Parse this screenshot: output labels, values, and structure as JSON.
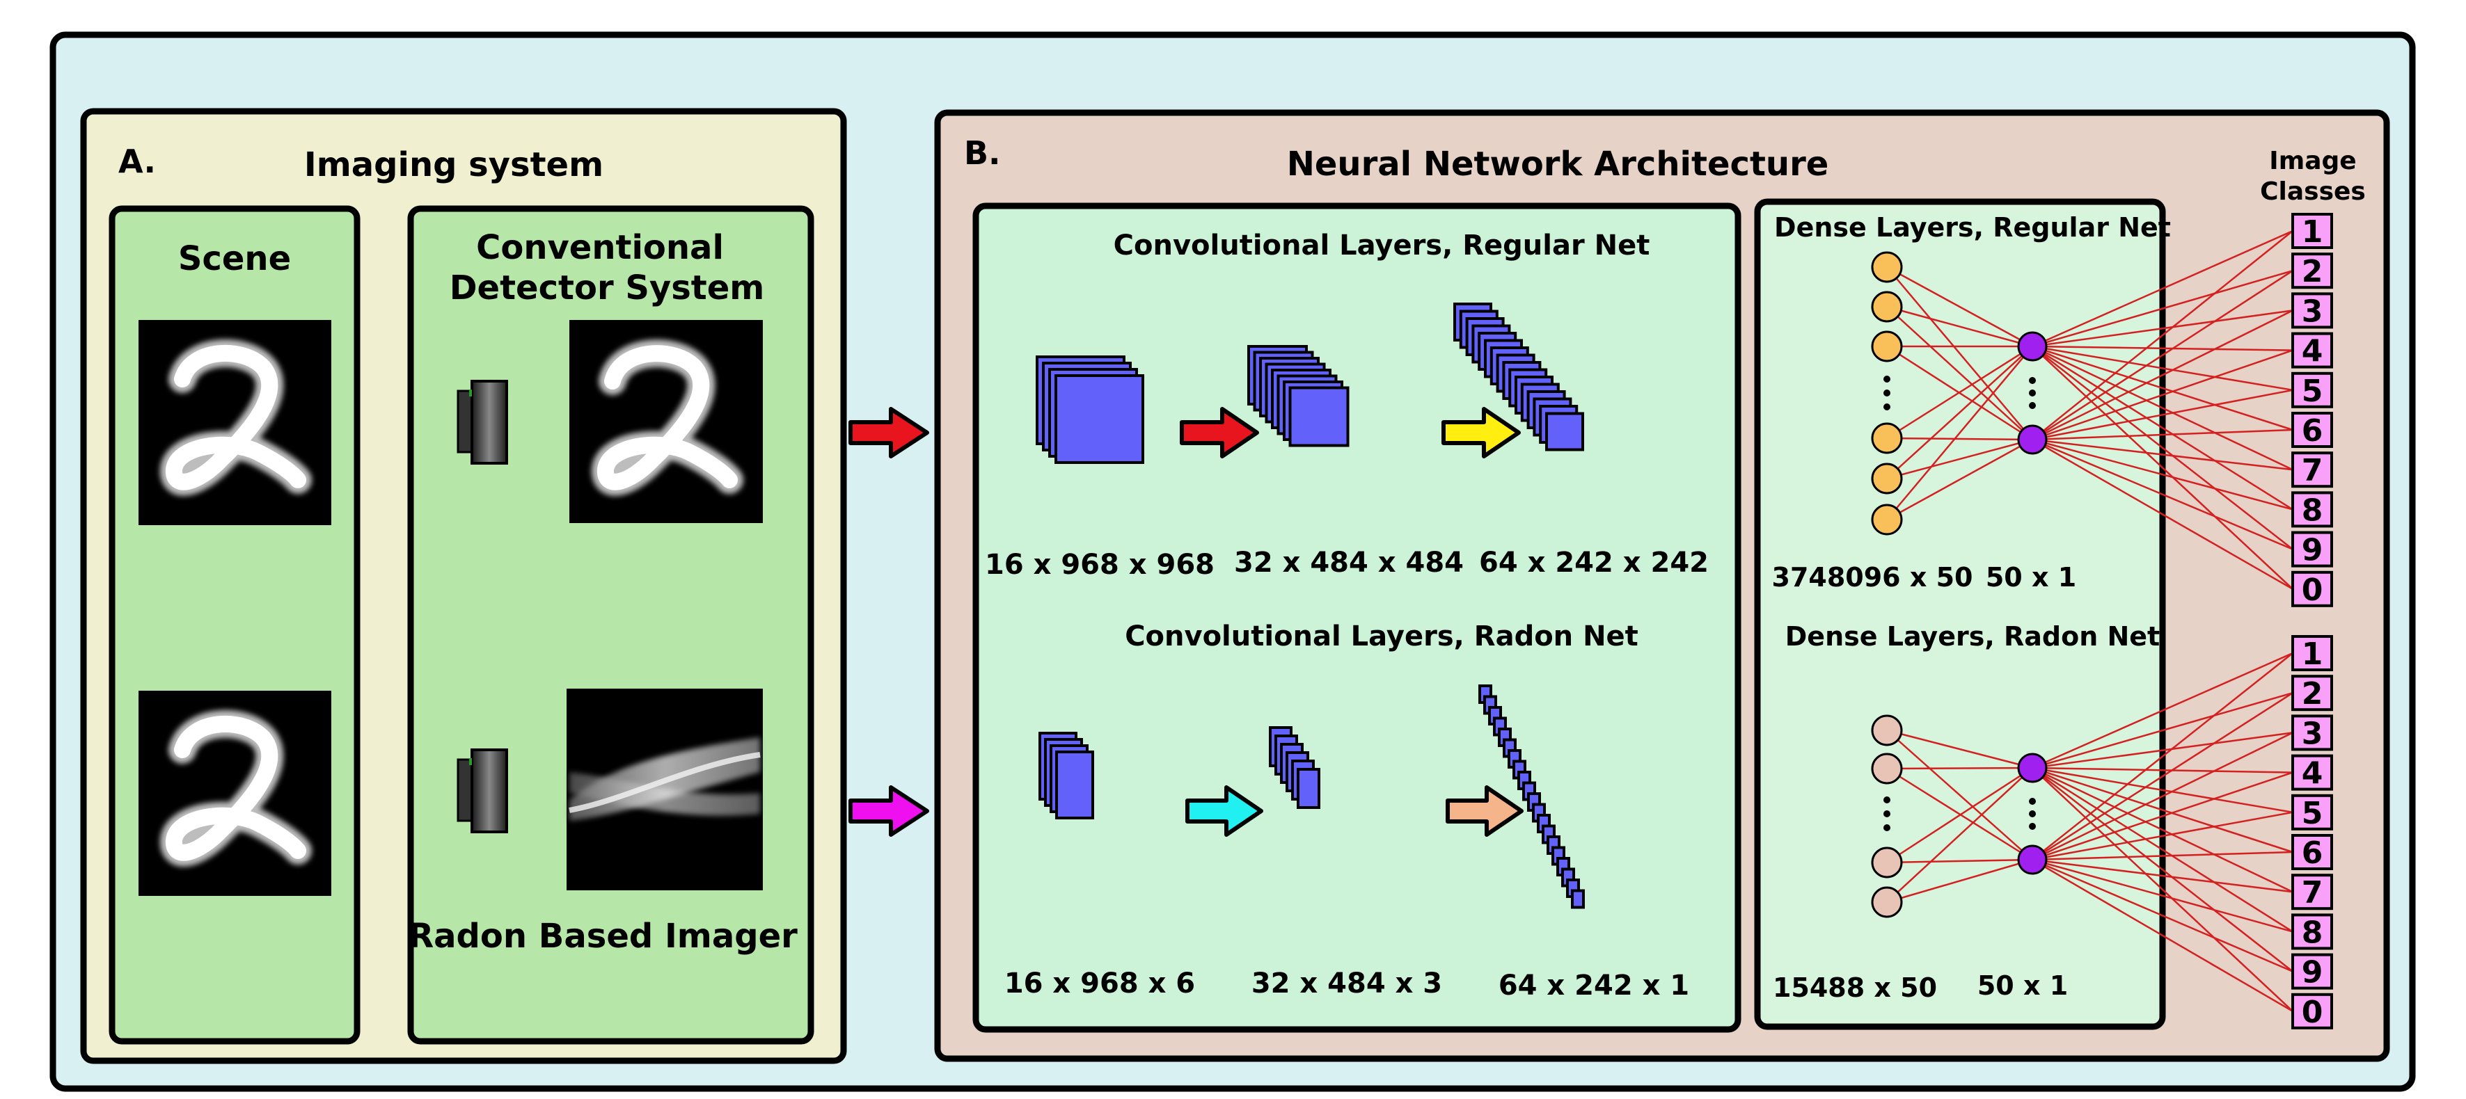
{
  "panel_a": {
    "letter": "A.",
    "title": "Imaging system",
    "scene_title": "Scene",
    "detector_title_line1": "Conventional",
    "detector_title_line2": "Detector System",
    "radon_label": "Radon Based Imager"
  },
  "panel_b": {
    "letter": "B.",
    "title": "Neural Network Architecture",
    "conv_regular_title": "Convolutional  Layers, Regular Net",
    "conv_radon_title": "Convolutional  Layers, Radon Net",
    "conv_regular_dims": [
      "16 x 968 x 968",
      "32 x 484 x 484",
      "64 x 242 x 242"
    ],
    "conv_radon_dims": [
      "16 x 968 x 6",
      "32 x 484 x 3",
      "64 x 242 x 1"
    ],
    "dense_regular_title": "Dense Layers,  Regular Net",
    "dense_radon_title": "Dense Layers,  Radon Net",
    "dense_regular_dims": [
      "3748096 x 50",
      "50 x 1"
    ],
    "dense_radon_dims": [
      "15488 x 50",
      "50 x 1"
    ],
    "classes_title_line1": "Image",
    "classes_title_line2": "Classes",
    "classes": [
      "1",
      "2",
      "3",
      "4",
      "5",
      "6",
      "7",
      "8",
      "9",
      "0"
    ]
  },
  "colors": {
    "outer_bg": "#d8f0f1",
    "panel_a_bg": "#f0f0d0",
    "panel_b_bg": "#e6d2c6",
    "green_box": "#b6e6a8",
    "conv_box": "#ccf2d8",
    "dense_box": "#d7f5dc",
    "filter_blue": "#6262fa",
    "neuron_orange": "#f9bf58",
    "neuron_pink": "#e8c4b6",
    "neuron_purple": "#a020f0",
    "class_pink": "#f9a0f9",
    "link_red": "#d42020",
    "arrow_red": "#e8141e",
    "arrow_magenta": "#ee10ee",
    "arrow_yellow": "#ffee10",
    "arrow_cyan": "#20f0f0",
    "arrow_salmon": "#f5b48a"
  }
}
